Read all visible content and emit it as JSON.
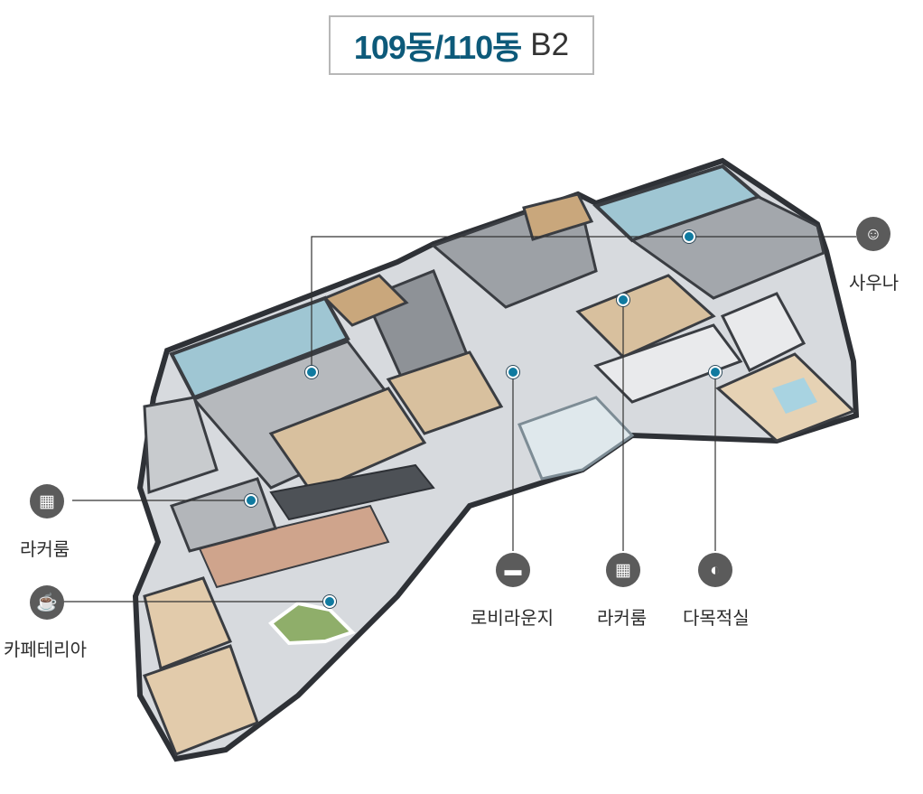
{
  "title": {
    "main": "109동/110동",
    "sub": "B2"
  },
  "facilities": [
    {
      "id": "sauna",
      "label": "사우나",
      "icon": "sauna-person-icon"
    },
    {
      "id": "locker-room-left",
      "label": "라커룸",
      "icon": "locker-icon"
    },
    {
      "id": "cafeteria",
      "label": "카페테리아",
      "icon": "coffee-cup-icon"
    },
    {
      "id": "lobby-lounge",
      "label": "로비라운지",
      "icon": "sofa-icon"
    },
    {
      "id": "locker-room-center",
      "label": "라커룸",
      "icon": "locker-icon"
    },
    {
      "id": "multipurpose-room",
      "label": "다목적실",
      "icon": "speaking-head-icon"
    }
  ],
  "colors": {
    "title_accent": "#0d5a7a",
    "marker": "#0f7aa0",
    "icon_bg": "#5b5b5b",
    "floor": "#d9dcdf",
    "wall": "#3a3d42",
    "pool": "#9fc6d3",
    "wood": "#c9a77c"
  }
}
